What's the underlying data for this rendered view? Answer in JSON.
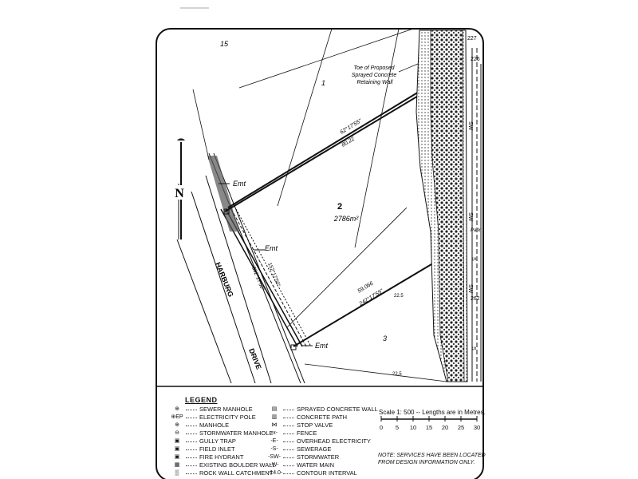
{
  "map": {
    "north_label": "N",
    "lot_number": "2",
    "lot_area": "2786m²",
    "lots_adjacent": [
      "15",
      "1",
      "3"
    ],
    "street_name_1": "HARBURG",
    "street_name_2": "DRIVE",
    "bearing_top_1": "62°17'55\"",
    "distance_top": "80.22",
    "bearing_bottom_1": "59.066",
    "bearing_bottom_2": "242°17'55\"",
    "frontage_1": "152°17'50\"",
    "frontage_2": "332°17'50\"",
    "emt_label": "Emt",
    "proposed_wall_note": "Toe of Proposed Sprayed Concrete Retaining Wall",
    "lot_numbers_top_right": [
      "227",
      "226"
    ],
    "lot_number_right": "262",
    "park_label": "Park",
    "contour_labels": [
      "22.5",
      "22.5"
    ]
  },
  "legend": {
    "title": "LEGEND",
    "col1": [
      {
        "sym": "⊕",
        "label": "SEWER MANHOLE"
      },
      {
        "sym": "⊕EP",
        "label": "ELECTRICITY POLE"
      },
      {
        "sym": "⊕",
        "label": "MANHOLE"
      },
      {
        "sym": "⊖",
        "label": "STORMWATER MANHOLE"
      },
      {
        "sym": "▣",
        "label": "GULLY TRAP"
      },
      {
        "sym": "▣",
        "label": "FIELD INLET"
      },
      {
        "sym": "▣",
        "label": "FIRE HYDRANT"
      },
      {
        "sym": "▦",
        "label": "EXISTING BOULDER WALL"
      },
      {
        "sym": "▒",
        "label": "ROCK WALL CATCHMENT"
      }
    ],
    "col2": [
      {
        "sym": "▤",
        "label": "SPRAYED CONCRETE WALL"
      },
      {
        "sym": "▥",
        "label": "CONCRETE PATH"
      },
      {
        "sym": "⋈",
        "label": "STOP VALVE"
      },
      {
        "sym": "-x-",
        "label": "FENCE"
      },
      {
        "sym": "-E-",
        "label": "OVERHEAD ELECTRICITY"
      },
      {
        "sym": "-S-",
        "label": "SEWERAGE"
      },
      {
        "sym": "-SW-",
        "label": "STORMWATER"
      },
      {
        "sym": "-W-",
        "label": "WATER MAIN"
      },
      {
        "sym": "-14.0-",
        "label": "CONTOUR INTERVAL"
      }
    ]
  },
  "scale": {
    "title": "Scale 1: 500 -- Lengths are in Metres.",
    "ticks": [
      "0",
      "5",
      "10",
      "15",
      "20",
      "25",
      "30"
    ]
  },
  "note": {
    "line1": "NOTE: SERVICES HAVE BEEN LOCATED",
    "line2": "FROM DESIGN INFORMATION ONLY."
  }
}
